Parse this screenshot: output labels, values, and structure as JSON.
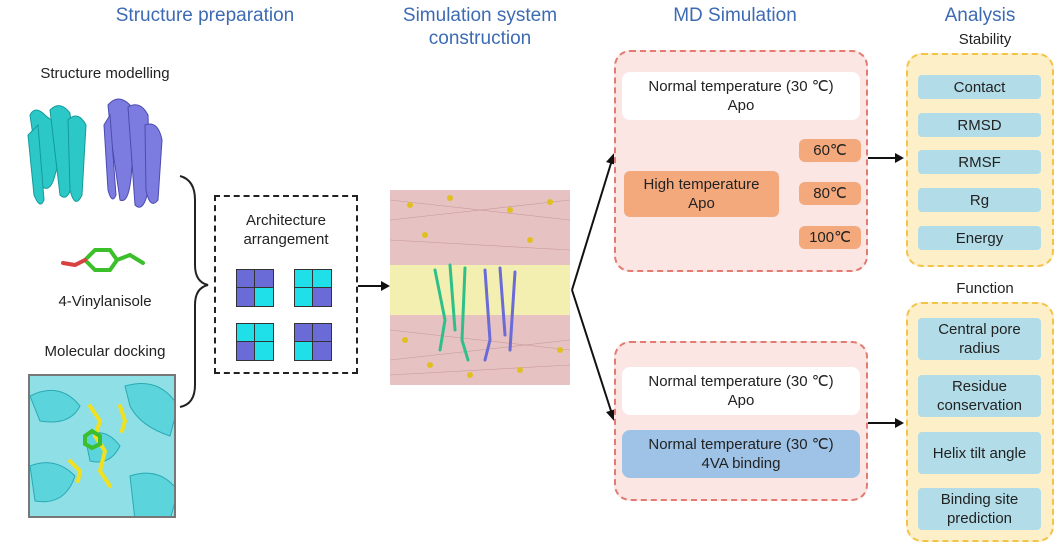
{
  "headers": {
    "structure_preparation": "Structure preparation",
    "simulation_system": "Simulation system\nconstruction",
    "md_simulation": "MD Simulation",
    "analysis": "Analysis"
  },
  "prep": {
    "structure_modelling": "Structure modelling",
    "ligand_name": "4-Vinylanisole",
    "molecular_docking": "Molecular docking",
    "architecture": "Architecture\narrangement"
  },
  "md": {
    "top_apo": "Normal temperature (30 ℃)\nApo",
    "high_temp": "High temperature\nApo",
    "temps": [
      "60℃",
      "80℃",
      "100℃"
    ],
    "bottom_apo": "Normal temperature (30 ℃)\nApo",
    "binding": "Normal temperature (30 ℃)\n4VA binding"
  },
  "analysis": {
    "stability_title": "Stability",
    "stability_items": [
      "Contact",
      "RMSD",
      "RMSF",
      "Rg",
      "Energy"
    ],
    "function_title": "Function",
    "function_items": [
      "Central pore\nradius",
      "Residue\nconservation",
      "Helix tilt angle",
      "Binding site\nprediction"
    ]
  },
  "colors": {
    "header_blue": "#3d6bb3",
    "purple": "#6b6bd8",
    "cyan": "#1fe0e8",
    "orange": "#f3a97c",
    "blue_box": "#9fc3e7",
    "teal_box": "#b2dde8"
  }
}
